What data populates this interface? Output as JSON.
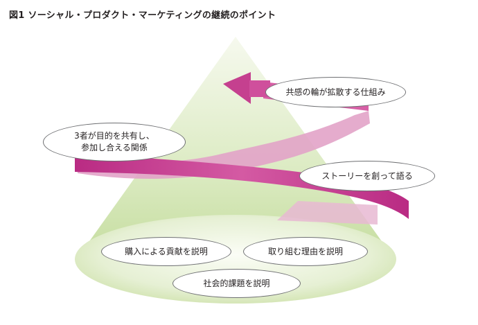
{
  "title": "図1 ソーシャル・プロダクト・マーケティングの継続のポイント",
  "upper_labels": {
    "share": "共感の輪が拡散する仕組み",
    "relation_line1": "3者が目的を共有し、",
    "relation_line2": "参加し合える関係",
    "story": "ストーリーを創って語る"
  },
  "base_labels": {
    "purchase": "購入による貢献を説明",
    "reason": "取り組む理由を説明",
    "social": "社会的課題を説明"
  },
  "colors": {
    "cone_light": "#eff5e2",
    "cone_dark": "#c9e0a8",
    "ribbon": "#c8378f",
    "ribbon_light": "#e6a6cb"
  }
}
